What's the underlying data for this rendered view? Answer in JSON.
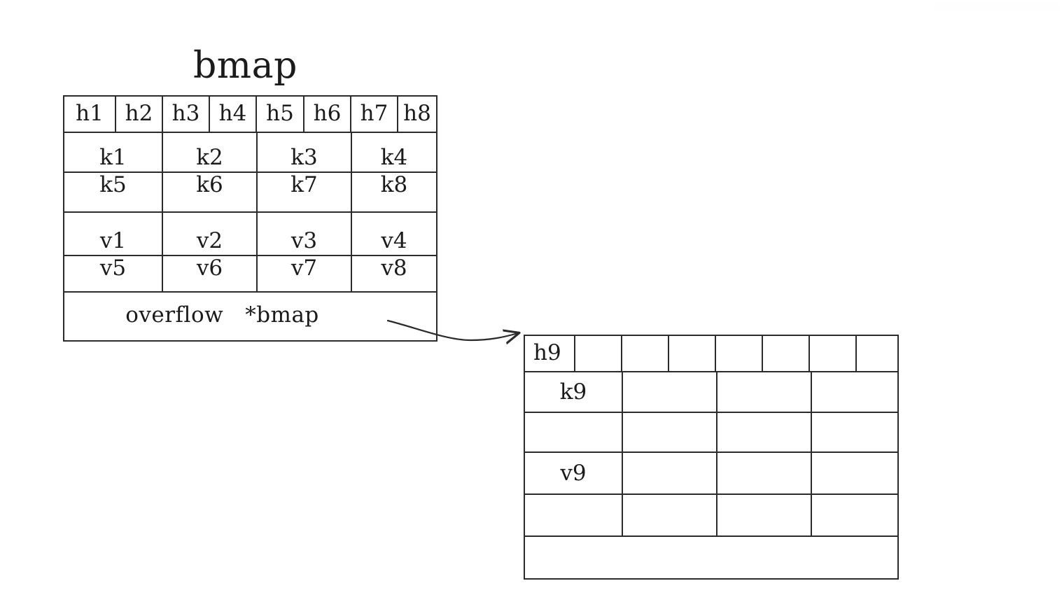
{
  "diagram": {
    "title": "bmap",
    "description": "Go map bmap bucket structure with overflow pointer to a second bucket"
  },
  "bmap_table": {
    "label": "bmap",
    "hash_row": {
      "name": "tophash-row",
      "cells": [
        "h1",
        "h2",
        "h3",
        "h4",
        "h5",
        "h6",
        "h7",
        "h8"
      ]
    },
    "key_rows": [
      {
        "name": "keys-row-1",
        "cells": [
          "k1",
          "k2",
          "k3",
          "k4"
        ]
      },
      {
        "name": "keys-row-2",
        "cells": [
          "k5",
          "k6",
          "k7",
          "k8"
        ]
      }
    ],
    "value_rows": [
      {
        "name": "values-row-1",
        "cells": [
          "v1",
          "v2",
          "v3",
          "v4"
        ]
      },
      {
        "name": "values-row-2",
        "cells": [
          "v5",
          "v6",
          "v7",
          "v8"
        ]
      }
    ],
    "overflow_row": {
      "name": "overflow-row",
      "text": "overflow   *bmap"
    }
  },
  "overflow_table": {
    "hash_row": {
      "name": "tophash-row",
      "cells": [
        "h9",
        "",
        "",
        "",
        "",
        "",
        "",
        ""
      ]
    },
    "key_rows": [
      {
        "name": "keys-row-1",
        "cells": [
          "k9",
          "",
          "",
          ""
        ]
      },
      {
        "name": "keys-row-2",
        "cells": [
          "",
          "",
          "",
          ""
        ]
      }
    ],
    "value_rows": [
      {
        "name": "values-row-1",
        "cells": [
          "v9",
          "",
          "",
          ""
        ]
      },
      {
        "name": "values-row-2",
        "cells": [
          "",
          "",
          "",
          ""
        ]
      }
    ],
    "overflow_row": {
      "name": "overflow-row",
      "text": ""
    }
  },
  "connector": {
    "name": "overflow-pointer-arrow",
    "from": "bmap overflow *bmap",
    "to": "overflow bucket"
  },
  "colors": {
    "background": "#ffffff",
    "stroke": "#2b2b2b",
    "text": "#1b1b1b"
  }
}
